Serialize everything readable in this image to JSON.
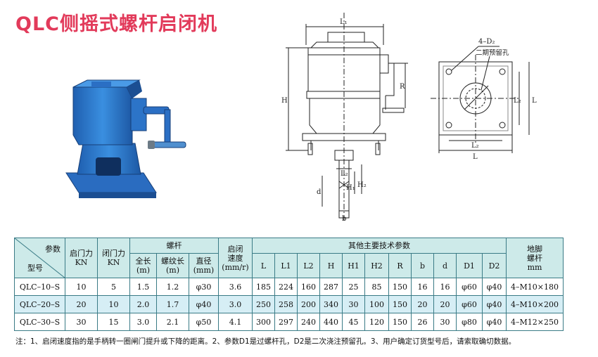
{
  "title": "QLC侧摇式螺杆启闭机",
  "drawing": {
    "front": {
      "L1": "L₁",
      "H": "H",
      "R": "R",
      "L2": "L₂",
      "H1": "H₁",
      "H2": "H₂",
      "d": "d",
      "b": "b"
    },
    "plan": {
      "callout1": "4–D₂",
      "callout2": "二期预留孔",
      "L": "L",
      "L2": "L₂",
      "L_side": "L",
      "L2_side": "L₂"
    }
  },
  "table": {
    "head": {
      "param": "参数",
      "model": "型号",
      "open_force": "启门力\nKN",
      "close_force": "闭门力\nKN",
      "screw": "螺杆",
      "speed": "启闭\n速度\n(mm/r)",
      "other": "其他主要技术参数",
      "bolt": "地脚\n螺杆\nmm",
      "full_len": "全长\n(m)",
      "thread_len": "螺纹长\n(m)",
      "diameter": "直径\n(mm)",
      "cols": [
        "L",
        "L1",
        "L2",
        "H",
        "H1",
        "H2",
        "R",
        "b",
        "d",
        "D1",
        "D2"
      ]
    },
    "rows": [
      {
        "model": "QLC–10–S",
        "open": "10",
        "close": "5",
        "full": "1.5",
        "thread": "1.2",
        "dia": "φ30",
        "speed": "3.6",
        "vals": [
          "185",
          "224",
          "160",
          "287",
          "25",
          "85",
          "150",
          "16",
          "16",
          "φ60",
          "φ40"
        ],
        "bolt": "4–M10×180"
      },
      {
        "model": "QLC–20–S",
        "open": "20",
        "close": "10",
        "full": "2.0",
        "thread": "1.7",
        "dia": "φ40",
        "speed": "3.0",
        "vals": [
          "250",
          "258",
          "200",
          "340",
          "30",
          "100",
          "150",
          "20",
          "20",
          "φ60",
          "φ40"
        ],
        "bolt": "4–M10×200"
      },
      {
        "model": "QLC–30–S",
        "open": "30",
        "close": "15",
        "full": "3.0",
        "thread": "2.1",
        "dia": "φ50",
        "speed": "4.1",
        "vals": [
          "300",
          "297",
          "240",
          "440",
          "45",
          "120",
          "150",
          "26",
          "30",
          "φ80",
          "φ40"
        ],
        "bolt": "4–M12×250"
      }
    ]
  },
  "note": "注：1、启闭速度指的是手柄转一圈闸门提升或下降的距离。2、参数D1是过螺杆孔，D2是二次浇注预留孔。3、用户确定订货型号后，请索取确切数据。",
  "colors": {
    "title": "#e23a5a",
    "header_bg": "#cdeae9",
    "alt_row_bg": "#d6eef5",
    "product_blue": "#2f7fd0"
  }
}
